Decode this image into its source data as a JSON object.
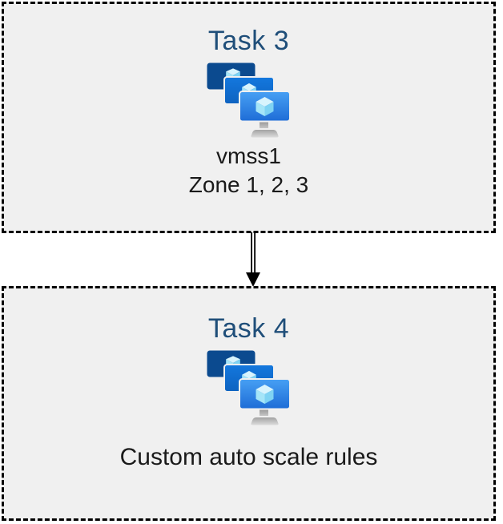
{
  "diagram": {
    "connector": {
      "type": "double-line-arrow-down"
    },
    "tasks": [
      {
        "title": "Task 3",
        "icon": "vm-scale-set-icon",
        "resource_name": "vmss1",
        "zones": "Zone 1, 2, 3"
      },
      {
        "title": "Task 4",
        "icon": "vm-scale-set-icon",
        "caption": "Custom auto scale rules"
      }
    ],
    "colors": {
      "task_title": "#1F4E79",
      "box_background": "#F0F0F0",
      "box_border": "#000000",
      "body_text": "#1A1A1A",
      "monitor_back": "#0B4A8F",
      "monitor_middle_top": "#1478DE",
      "monitor_middle_bottom": "#0D62C0",
      "monitor_front_top": "#47A0F4",
      "monitor_front_bottom": "#1E6CD6",
      "cube_top": "#D8F4FD",
      "cube_left": "#A5E5F8",
      "cube_right": "#7FD3F3",
      "arrow": "#000000"
    }
  }
}
